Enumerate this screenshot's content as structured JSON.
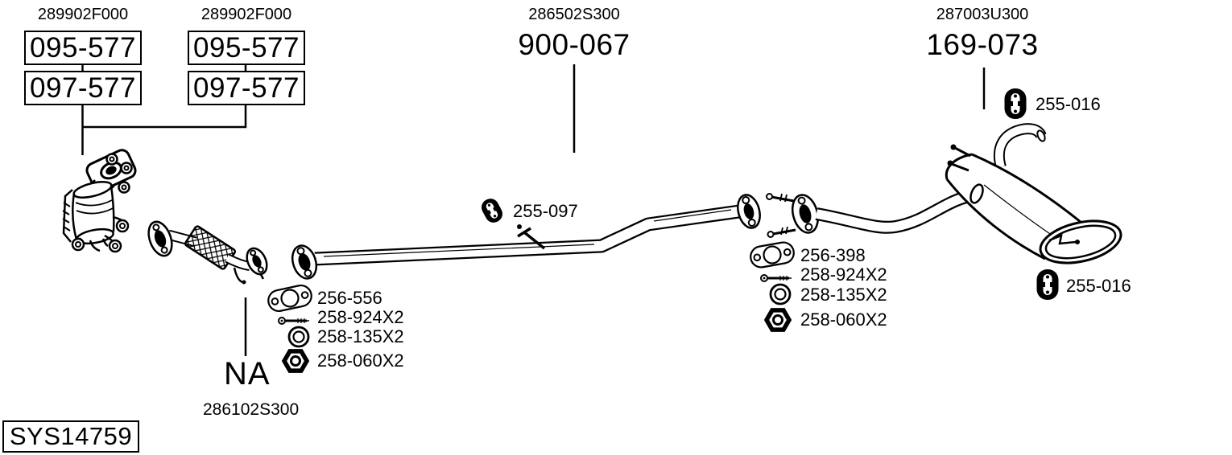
{
  "diagram_id": "SYS14759",
  "assemblies": {
    "catalyst_left": {
      "ref": "289902F000",
      "part_numbers": [
        "095-577",
        "097-577"
      ]
    },
    "catalyst_right": {
      "ref": "289902F000",
      "part_numbers": [
        "095-577",
        "097-577"
      ]
    },
    "center_pipe": {
      "ref": "286502S300",
      "part_number": "900-067"
    },
    "rear_muffler": {
      "ref": "287003U300",
      "part_number": "169-073"
    },
    "front_flex_pipe": {
      "ref": "286102S300",
      "part_number": "NA"
    }
  },
  "hangers": {
    "center_pipe": "255-097",
    "muffler_top": "255-016",
    "muffler_bottom": "255-016"
  },
  "fitting_kits": {
    "front": [
      {
        "icon": "gasket-icon",
        "part_number": "256-556"
      },
      {
        "icon": "bolt-icon",
        "part_number": "258-924X2"
      },
      {
        "icon": "washer-icon",
        "part_number": "258-135X2"
      },
      {
        "icon": "nut-icon",
        "part_number": "258-060X2"
      }
    ],
    "rear": [
      {
        "icon": "gasket-icon",
        "part_number": "256-398"
      },
      {
        "icon": "bolt-icon",
        "part_number": "258-924X2"
      },
      {
        "icon": "washer-icon",
        "part_number": "258-135X2"
      },
      {
        "icon": "nut-icon",
        "part_number": "258-060X2"
      }
    ]
  },
  "colors": {
    "ink": "#000000",
    "background": "#ffffff"
  }
}
